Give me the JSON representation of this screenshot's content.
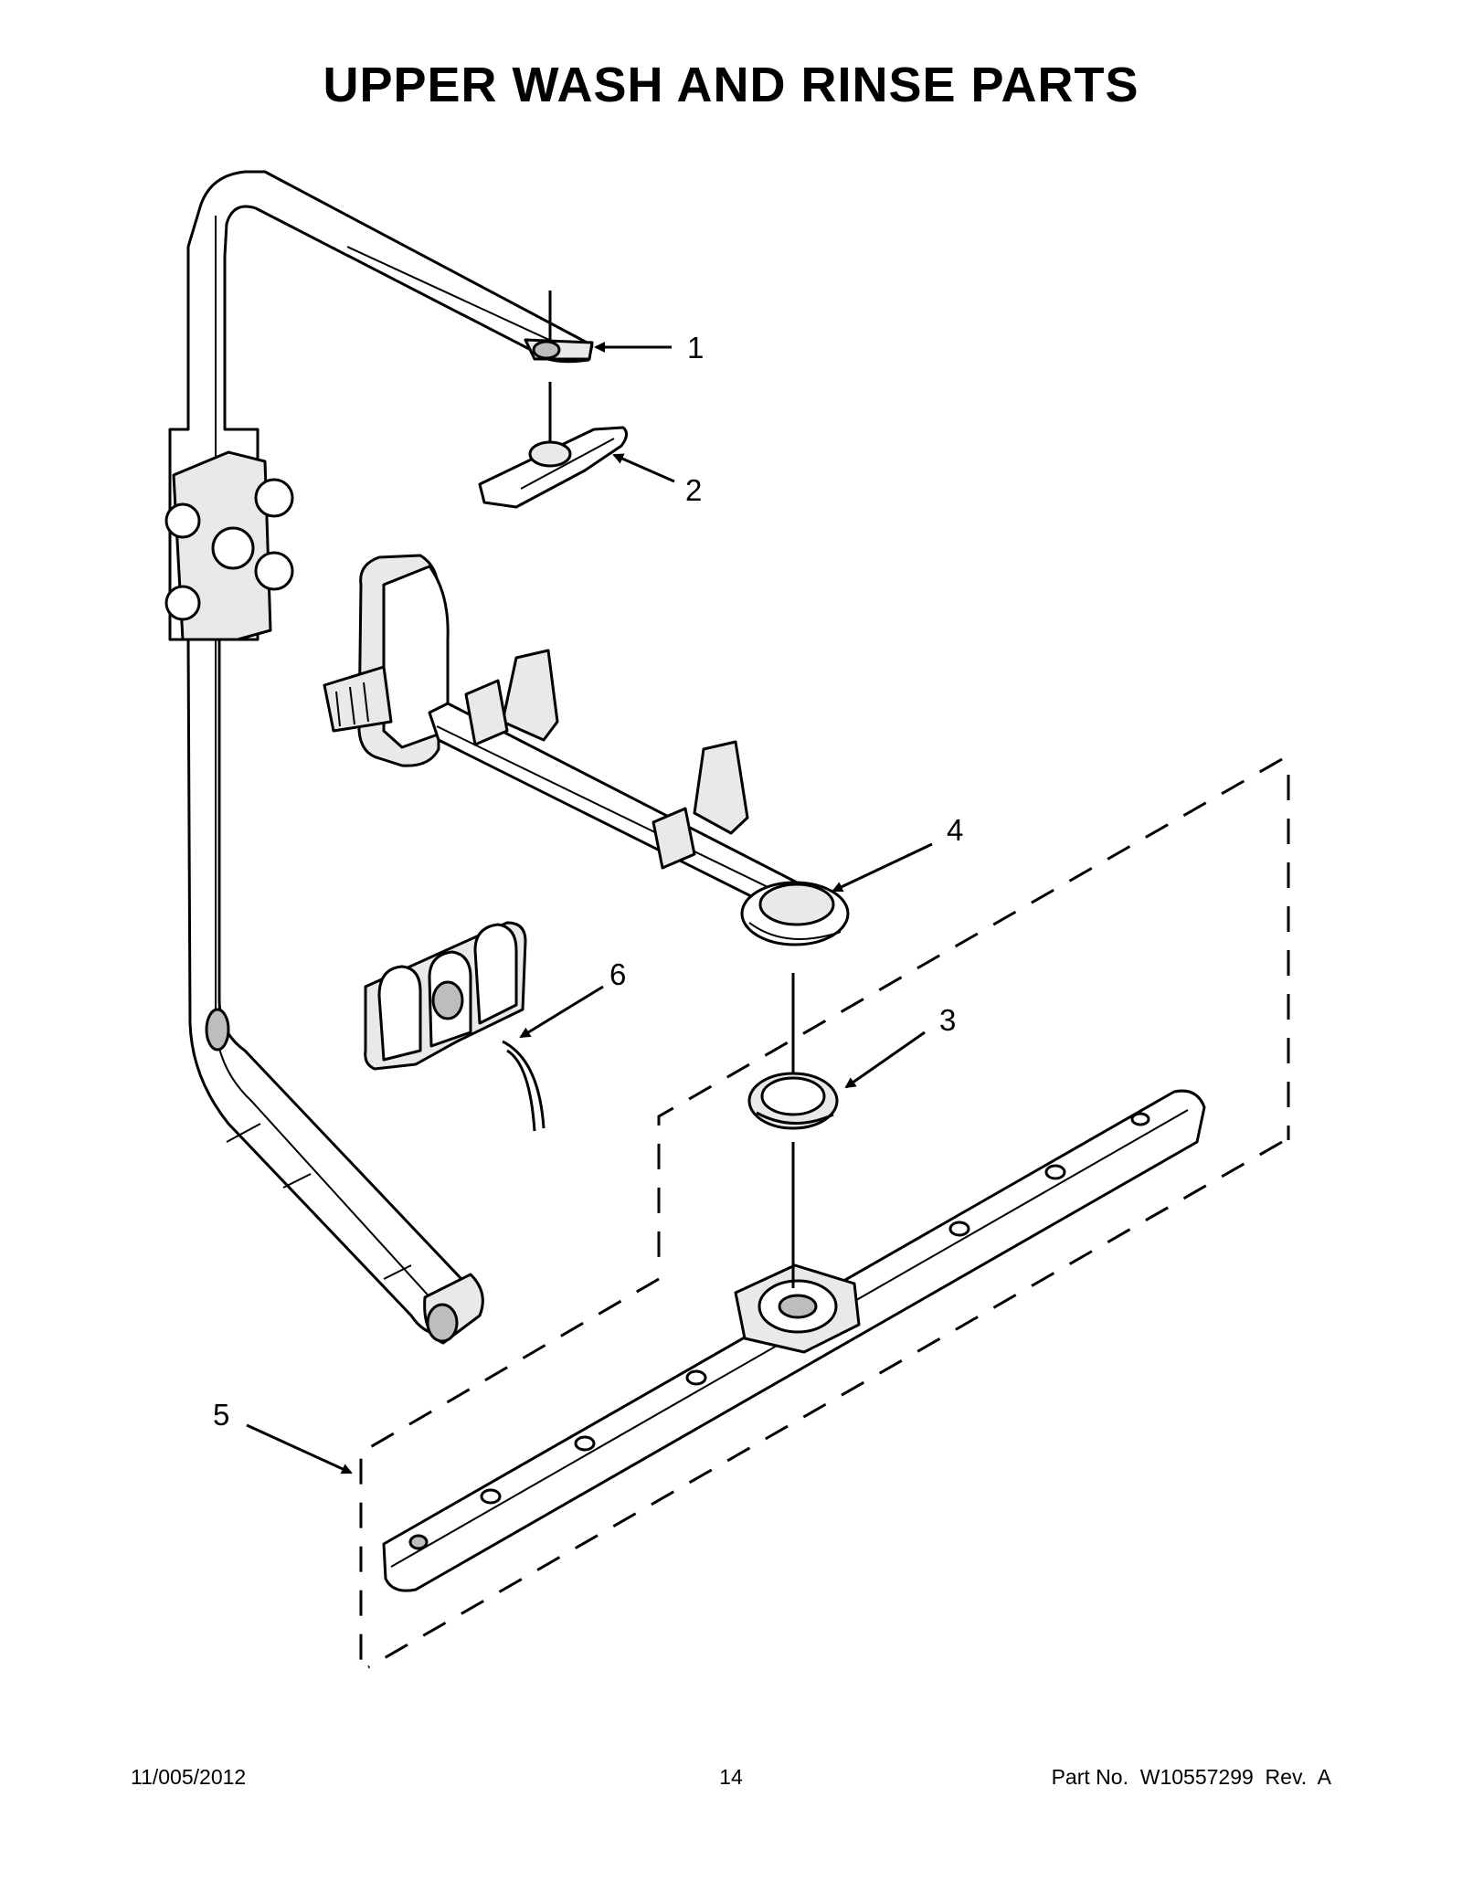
{
  "page": {
    "title": "UPPER WASH AND RINSE PARTS",
    "footer": {
      "date": "11/005/2012",
      "page_number": "14",
      "part_number": "Part No.  W10557299  Rev.  A"
    }
  },
  "callouts": [
    {
      "id": "1",
      "label": "1"
    },
    {
      "id": "2",
      "label": "2"
    },
    {
      "id": "3",
      "label": "3"
    },
    {
      "id": "4",
      "label": "4"
    },
    {
      "id": "5",
      "label": "5"
    },
    {
      "id": "6",
      "label": "6"
    }
  ],
  "colors": {
    "line": "#000000",
    "fill": "#ffffff",
    "shade": "#e9e9e9"
  }
}
